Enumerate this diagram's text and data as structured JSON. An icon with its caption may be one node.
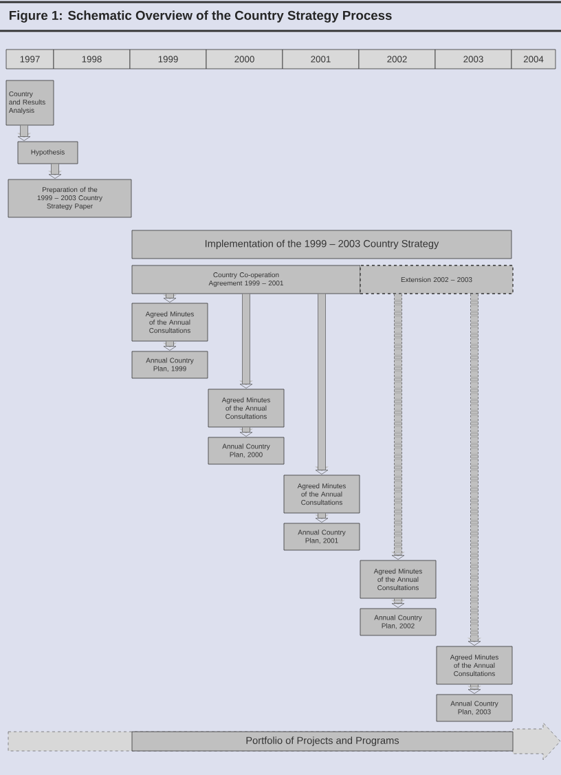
{
  "diagram": {
    "title": "Figure 1: Schematic Overview of the Country Strategy Process",
    "nodes": [
      {
        "text": [
          "1997"
        ]
      },
      {
        "text": [
          "1998"
        ]
      },
      {
        "text": [
          "1999"
        ]
      },
      {
        "text": [
          "2000"
        ]
      },
      {
        "text": [
          "2001"
        ]
      },
      {
        "text": [
          "2002"
        ]
      },
      {
        "text": [
          "2003"
        ]
      },
      {
        "text": [
          "2004"
        ]
      },
      {
        "text": [
          "Country and Results Analysis"
        ]
      },
      {
        "text": [
          "Hypothesis"
        ]
      },
      {
        "text": [
          "Preparation of the 1999 – 2003 Country Strategy Paper"
        ]
      },
      {
        "text": [
          "Implementation of the 1999 – 2003 Country Strategy"
        ]
      },
      {
        "text": [
          "Country Co-operation Agreement 1999 – 2001"
        ]
      },
      {
        "text": [
          "Extension 2002 – 2003"
        ]
      },
      {
        "text": [
          "Agreed Minutes of the Annual Consultations"
        ]
      },
      {
        "text": [
          "Annual Country Plan, 1999"
        ]
      },
      {
        "text": [
          "Agreed Minutes of the Annual Consultations"
        ]
      },
      {
        "text": [
          "Annual Country Plan, 2000"
        ]
      },
      {
        "text": [
          "Agreed Minutes of the Annual Consultations"
        ]
      },
      {
        "text": [
          "Annual Country Plan, 2001"
        ]
      },
      {
        "text": [
          "Agreed Minutes of the Annual Consultations"
        ]
      },
      {
        "text": [
          "Annual Country Plan, 2002"
        ]
      },
      {
        "text": [
          "Agreed Minutes of the Annual Consultations"
        ]
      },
      {
        "text": [
          "Annual Country Plan, 2003"
        ]
      },
      {
        "text": [
          "Portfolio of Projects and Programs"
        ]
      }
    ],
    "edges": [
      {
        "from": 8,
        "to": 9,
        "arrow": "to"
      },
      {
        "from": 9,
        "to": 10,
        "arrow": "to"
      },
      {
        "from": 12,
        "to": 14,
        "arrow": "to"
      },
      {
        "from": 14,
        "to": 15,
        "arrow": "to"
      },
      {
        "from": 12,
        "to": 16,
        "arrow": "to"
      },
      {
        "from": 16,
        "to": 17,
        "arrow": "to"
      },
      {
        "from": 12,
        "to": 18,
        "arrow": "to"
      },
      {
        "from": 18,
        "to": 19,
        "arrow": "to"
      },
      {
        "from": 13,
        "to": 20,
        "arrow": "to",
        "style": "dashed"
      },
      {
        "from": 20,
        "to": 21,
        "arrow": "to",
        "style": "dashed"
      },
      {
        "from": 13,
        "to": 22,
        "arrow": "to",
        "style": "dashed"
      },
      {
        "from": 22,
        "to": 23,
        "arrow": "to",
        "style": "dashed"
      }
    ]
  }
}
